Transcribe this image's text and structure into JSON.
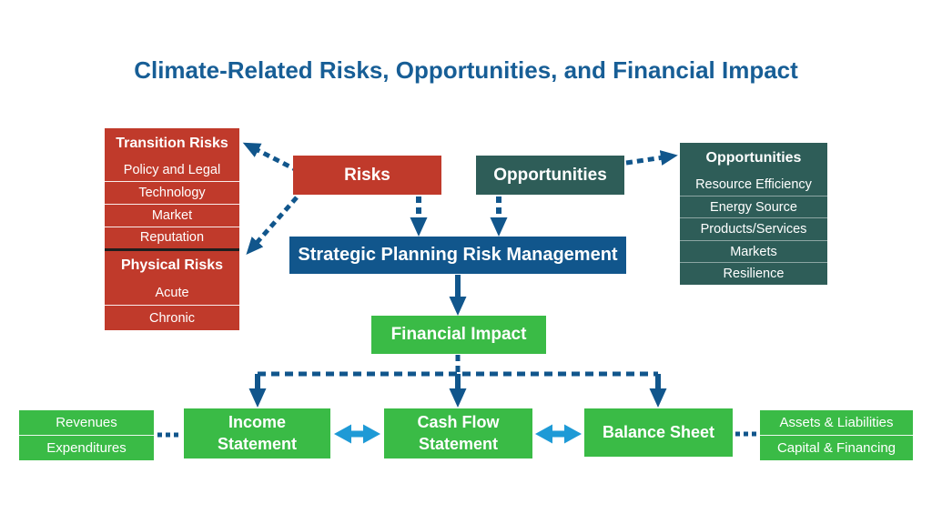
{
  "title": "Climate-Related Risks, Opportunities, and Financial Impact",
  "colors": {
    "title_blue": "#175E96",
    "box_blue": "#11568C",
    "box_red": "#C03A2B",
    "box_teal": "#2E5D58",
    "box_green": "#3ABB46",
    "arrow_dark_blue": "#11568C",
    "arrow_light_blue": "#1E9AD6"
  },
  "risk_categories": {
    "transition": {
      "header": "Transition Risks",
      "items": [
        "Policy and Legal",
        "Technology",
        "Market",
        "Reputation"
      ]
    },
    "physical": {
      "header": "Physical Risks",
      "items": [
        "Acute",
        "Chronic"
      ]
    }
  },
  "risks_label": "Risks",
  "opportunities_label": "Opportunities",
  "opportunity_categories": {
    "header": "Opportunities",
    "items": [
      "Resource Efficiency",
      "Energy Source",
      "Products/Services",
      "Markets",
      "Resilience"
    ]
  },
  "strategic_label": "Strategic Planning Risk Management",
  "financial_impact_label": "Financial Impact",
  "statements": {
    "income": {
      "line1": "Income",
      "line2": "Statement"
    },
    "cash_flow": {
      "line1": "Cash Flow",
      "line2": "Statement"
    },
    "balance": {
      "label": "Balance Sheet"
    }
  },
  "income_details": {
    "items": [
      "Revenues",
      "Expenditures"
    ]
  },
  "balance_details": {
    "items": [
      "Assets & Liabilities",
      "Capital & Financing"
    ]
  }
}
